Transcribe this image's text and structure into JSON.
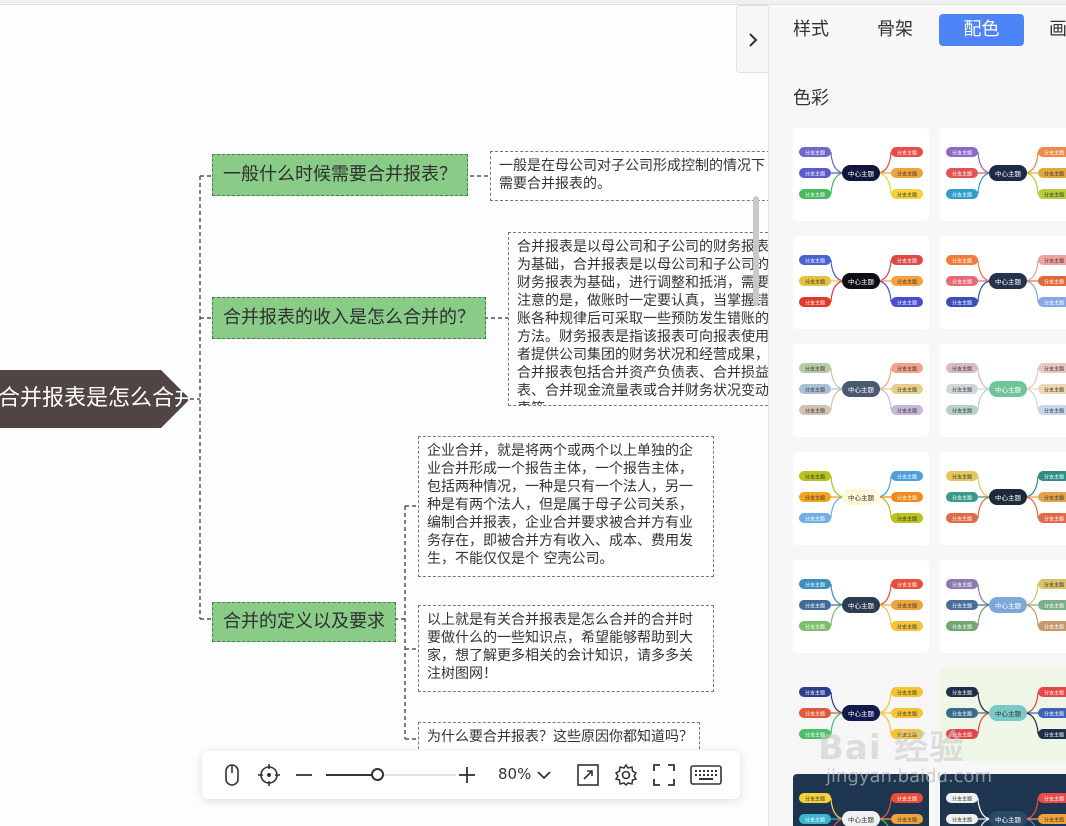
{
  "mindmap": {
    "root": "合并报表是怎么合并的？",
    "branches": [
      {
        "label": "一般什么时候需要合并报表？",
        "notes": [
          "一般是在母公司对子公司形成控制的情况下需要合并报表的。"
        ]
      },
      {
        "label": "合并报表的收入是怎么合并的？",
        "notes": [
          "合并报表是以母公司和子公司的财务报表为基础，合并报表是以母公司和子公司的财务报表为基础，进行调整和抵消，需要注意的是，做账时一定要认真，当掌握错账各种规律后可采取一些预防发生错账的方法。财务报表是指该报表可向报表使用者提供公司集团的财务状况和经营成果，合并报表包括合并资产负债表、合并损益表、合并现金流量表或合并财务状况变动表等。"
        ]
      },
      {
        "label": "合并的定义以及要求",
        "notes": [
          "企业合并，就是将两个或两个以上单独的企业合并形成一个报告主体，一个报告主体，包括两种情况，一种是只有一个法人，另一种是有两个法人，但是属于母子公司关系，编制合并报表，企业合并要求被合并方有业务存在，即被合并方有收入、成本、费用发生，不能仅仅是个 空壳公司。",
          "以上就是有关合并报表是怎么合并的合并时要做什么的一些知识点，希望能够帮助到大家，想了解更多相关的会计知识，请多多关注树图网！",
          "为什么要合并报表？这些原因你都知道吗？"
        ]
      }
    ]
  },
  "toolbar": {
    "zoom": "80%",
    "zoom_level": 0.8,
    "icons": [
      "mouse-icon",
      "locate-icon",
      "zoom-out-icon",
      "zoom-in-icon",
      "fit-screen-icon",
      "settings-icon",
      "fullscreen-icon",
      "keyboard-icon"
    ]
  },
  "panel": {
    "tabs": [
      "样式",
      "骨架",
      "配色",
      "画"
    ],
    "active_tab": "配色",
    "section_title": "色彩",
    "palette_center_label": "中心主题",
    "palette_branch_label": "分支主题",
    "palettes": [
      {
        "bg": "#ffffff",
        "center": "#12163f",
        "left": [
          "#6f68c7",
          "#5b5bd1",
          "#4bb85f"
        ],
        "right": [
          "#e94b4b",
          "#f0a23b",
          "#f5d23a"
        ]
      },
      {
        "bg": "#ffffff",
        "center": "#1e2a4a",
        "left": [
          "#8e6ac8",
          "#e25555",
          "#2f9ecb"
        ],
        "right": [
          "#f08a4b",
          "#e0a93a",
          "#b6cc3a"
        ]
      },
      {
        "bg": "#ffffff",
        "center": "#0e0e14",
        "left": [
          "#4b61d1",
          "#e4c23b",
          "#e23a2a"
        ],
        "right": [
          "#e04848",
          "#f3a23e",
          "#4b4bd1"
        ]
      },
      {
        "bg": "#ffffff",
        "center": "#26334d",
        "left": [
          "#f37a3a",
          "#e86a74",
          "#3a50b8"
        ],
        "right": [
          "#f0a2a2",
          "#e06b3a",
          "#86a8e6"
        ]
      },
      {
        "bg": "#ffffff",
        "center": "#4a5870",
        "left": [
          "#b9c9a8",
          "#a9bfd6",
          "#cfc3b3"
        ],
        "right": [
          "#f4a38a",
          "#e7cf8a",
          "#c9b7d9"
        ]
      },
      {
        "bg": "#ffffff",
        "center": "#6fc49a",
        "left": [
          "#d8bcc0",
          "#cfd6d8",
          "#b6d2c8"
        ],
        "right": [
          "#e8c6c6",
          "#eed7b7",
          "#c9d5ea"
        ]
      },
      {
        "bg": "#ffffff",
        "center": "#fff8d8",
        "left": [
          "#b7c21c",
          "#f2a41e",
          "#6fb1e5"
        ],
        "right": [
          "#4fa0d8",
          "#f08a1e",
          "#b7c21c"
        ]
      },
      {
        "bg": "#ffffff",
        "center": "#1c2a3a",
        "left": [
          "#e4c75c",
          "#3a9a8c",
          "#e06a4a"
        ],
        "right": [
          "#2f8f86",
          "#e4a24a",
          "#e06a4a"
        ]
      },
      {
        "bg": "#ffffff",
        "center": "#2c3d50",
        "left": [
          "#3a8fbf",
          "#3f6c9a",
          "#7bbf6a"
        ],
        "right": [
          "#e94e3a",
          "#f0a53a",
          "#f2c43a"
        ]
      },
      {
        "bg": "#ffffff",
        "center": "#7da7d9",
        "left": [
          "#8a7bb3",
          "#4a6d9a",
          "#73a56e"
        ],
        "right": [
          "#d9c26a",
          "#7aaf8a",
          "#c49a6a"
        ]
      },
      {
        "bg": "#f6f6f6",
        "center": "#111a4a",
        "left": [
          "#2c3f8f",
          "#e05a3a",
          "#4bbf6a"
        ],
        "right": [
          "#f5c433",
          "#f5c433",
          "#f5c433"
        ]
      },
      {
        "bg": "#eef7e6",
        "center": "#79c9c7",
        "left": [
          "#1f2f4a",
          "#3a6b8f",
          "#e24848"
        ],
        "right": [
          "#e24848",
          "#3f63b8",
          "#1f2f4a"
        ]
      },
      {
        "bg": "#1e3550",
        "center": "#f1f1f1",
        "left": [
          "#f5d23a",
          "#3ab4d1",
          "#e94e3a"
        ],
        "right": [
          "#e94e3a",
          "#f0a23b",
          "#4bb85f"
        ]
      },
      {
        "bg": "#1e3550",
        "center": "#2b4a66",
        "left": [
          "#f2f2f2",
          "#f2f2f2",
          "#f2f2f2"
        ],
        "right": [
          "#e94b4b",
          "#f0a23b",
          "#4b8bd1"
        ]
      }
    ]
  },
  "watermark": {
    "brand": "Bai 经验",
    "url": "jingyan.baidu.com"
  }
}
